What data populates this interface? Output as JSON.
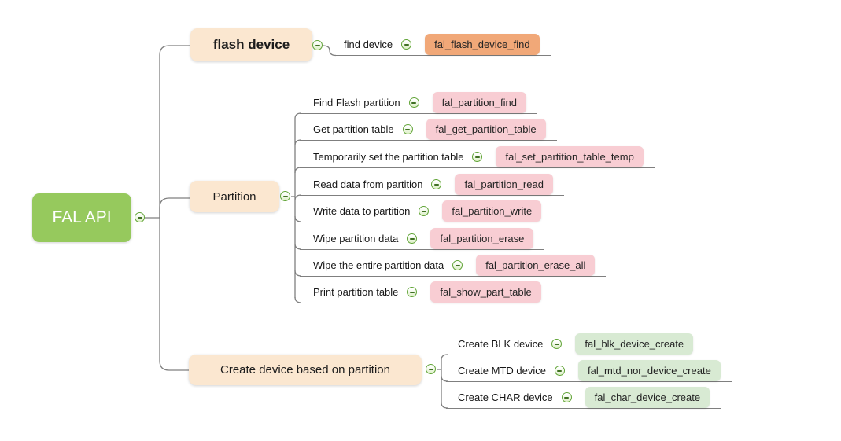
{
  "root": {
    "label": "FAL API"
  },
  "branches": [
    {
      "label": "flash device",
      "children": [
        {
          "label": "find device",
          "func": "fal_flash_device_find"
        }
      ]
    },
    {
      "label": "Partition",
      "children": [
        {
          "label": "Find Flash partition",
          "func": "fal_partition_find"
        },
        {
          "label": "Get partition table",
          "func": "fal_get_partition_table"
        },
        {
          "label": "Temporarily set the partition table",
          "func": "fal_set_partition_table_temp"
        },
        {
          "label": "Read data from partition",
          "func": "fal_partition_read"
        },
        {
          "label": "Write data to partition",
          "func": "fal_partition_write"
        },
        {
          "label": "Wipe partition data",
          "func": "fal_partition_erase"
        },
        {
          "label": "Wipe the entire partition data",
          "func": "fal_partition_erase_all"
        },
        {
          "label": "Print partition table",
          "func": "fal_show_part_table"
        }
      ]
    },
    {
      "label": "Create device based on partition",
      "children": [
        {
          "label": "Create BLK device",
          "func": "fal_blk_device_create"
        },
        {
          "label": "Create MTD device",
          "func": "fal_mtd_nor_device_create"
        },
        {
          "label": "Create CHAR device",
          "func": "fal_char_device_create"
        }
      ]
    }
  ],
  "colors": {
    "root-bg": "#96C95D",
    "branch-bg": "#FBE7D0",
    "chip-pink": "#F8CDD3",
    "chip-orange": "#F1A878",
    "chip-green": "#D8EAD3",
    "line": "#7F7F7F",
    "icon-green": "#61A437"
  }
}
